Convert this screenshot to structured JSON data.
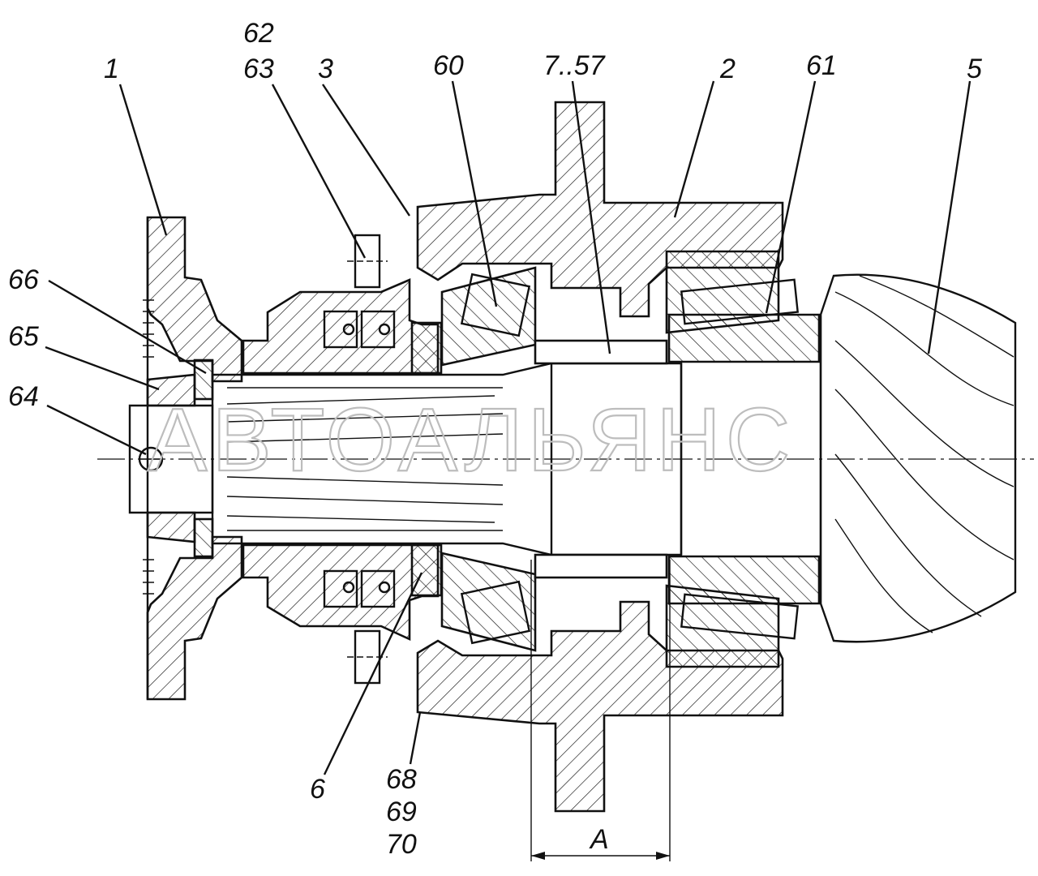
{
  "watermark": "АВТОАЛЬЯНС",
  "dimension_label": "A",
  "labels": [
    {
      "id": "lbl-62",
      "text": "62"
    },
    {
      "id": "lbl-63",
      "text": "63"
    },
    {
      "id": "lbl-1",
      "text": "1"
    },
    {
      "id": "lbl-3",
      "text": "3"
    },
    {
      "id": "lbl-60",
      "text": "60"
    },
    {
      "id": "lbl-7-57",
      "text": "7..57"
    },
    {
      "id": "lbl-2",
      "text": "2"
    },
    {
      "id": "lbl-61",
      "text": "61"
    },
    {
      "id": "lbl-5",
      "text": "5"
    },
    {
      "id": "lbl-66",
      "text": "66"
    },
    {
      "id": "lbl-65",
      "text": "65"
    },
    {
      "id": "lbl-64",
      "text": "64"
    },
    {
      "id": "lbl-6",
      "text": "6"
    },
    {
      "id": "lbl-68",
      "text": "68"
    },
    {
      "id": "lbl-69",
      "text": "69"
    },
    {
      "id": "lbl-70",
      "text": "70"
    }
  ],
  "colors": {
    "line": "#111111",
    "background": "#ffffff",
    "watermark": "#bdbdbd"
  }
}
